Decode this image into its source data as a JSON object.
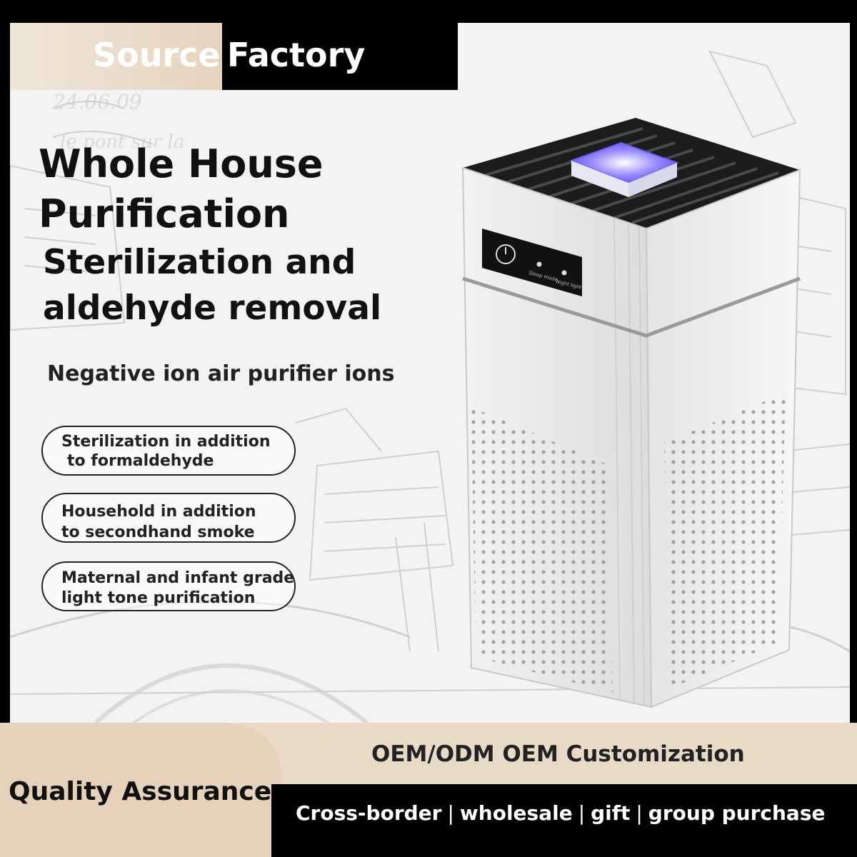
{
  "banner": {
    "word1": "Source",
    "word2": "Factory"
  },
  "headline": {
    "line1": "Whole House",
    "line2": "Purification",
    "line3": "Sterilization and",
    "line4": "aldehyde removal"
  },
  "subtitle": "Negative ion air purifier ions",
  "features": [
    {
      "line1": "Sterilization in addition",
      "line2": "to formaldehyde"
    },
    {
      "line1": "Household in addition",
      "line2": "to secondhand smoke"
    },
    {
      "line1": "Maternal and infant grade",
      "line2": "light tone purification"
    }
  ],
  "product_panel": {
    "label_left": "Sleep mode",
    "label_right": "Night light"
  },
  "bottom": {
    "oem": "OEM/ODM OEM Customization",
    "quality": "Quality Assurance",
    "tagline": [
      "Cross-border",
      "wholesale",
      "gift",
      "group purchase"
    ],
    "separator": "|"
  },
  "colors": {
    "tan": "#e9dac7",
    "black": "#000000",
    "uv_light": "#7b6cff"
  },
  "icons": {
    "power": "power-icon"
  }
}
